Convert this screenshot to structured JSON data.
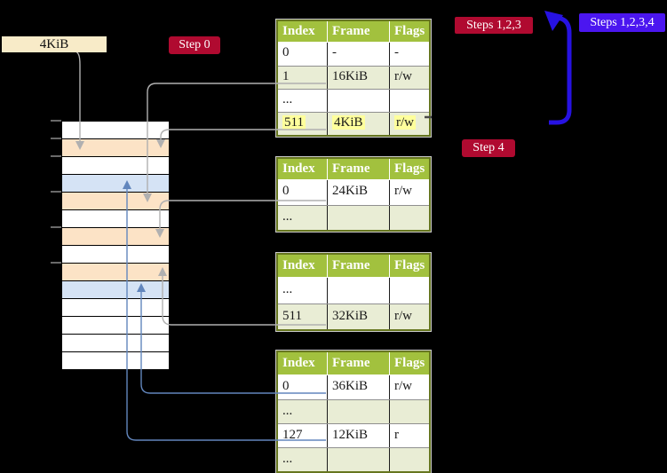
{
  "labels": {
    "page_size": "4KiB"
  },
  "badges": {
    "step0": "Step 0",
    "step4": "Step 4",
    "steps123": "Steps 1,2,3",
    "steps1234": "Steps 1,2,3,4"
  },
  "colors": {
    "table_header_green": "#a2c13e",
    "table_row_green": "#e9edd5",
    "table_border_olive": "#66761f",
    "badge_red": "#b00a30",
    "badge_blue": "#4b16f0",
    "big_arrow_blue": "#2712e2",
    "frame_orange": "#fce3c6",
    "frame_blue": "#d5e3f5",
    "frame_white": "#ffffff",
    "label_cream": "#f8ebc8",
    "highlight_yellow": "#feff9c",
    "connector_gray": "#b0b0b0",
    "connector_blue": "#6286bd"
  },
  "memory_strip": {
    "rows": [
      "white",
      "orange",
      "white",
      "blue",
      "orange",
      "white",
      "orange",
      "white",
      "orange",
      "blue",
      "white",
      "white",
      "white",
      "white"
    ],
    "tick_offsets": [
      0,
      20,
      40,
      80,
      120,
      160
    ]
  },
  "tables": [
    {
      "name": "page-table-top",
      "headers": [
        "Index",
        "Frame",
        "Flags"
      ],
      "rows": [
        {
          "cells": [
            "0",
            "-",
            "-"
          ]
        },
        {
          "cells": [
            "1",
            "16KiB",
            "r/w"
          ]
        },
        {
          "cells": [
            "...",
            "",
            ""
          ]
        },
        {
          "cells": [
            "511",
            "4KiB",
            "r/w"
          ],
          "highlight": true
        }
      ]
    },
    {
      "name": "page-table-second",
      "headers": [
        "Index",
        "Frame",
        "Flags"
      ],
      "rows": [
        {
          "cells": [
            "0",
            "24KiB",
            "r/w"
          ]
        },
        {
          "cells": [
            "...",
            "",
            ""
          ]
        }
      ]
    },
    {
      "name": "page-table-third",
      "headers": [
        "Index",
        "Frame",
        "Flags"
      ],
      "rows": [
        {
          "cells": [
            "...",
            "",
            ""
          ]
        },
        {
          "cells": [
            "511",
            "32KiB",
            "r/w"
          ]
        }
      ]
    },
    {
      "name": "page-table-bottom",
      "headers": [
        "Index",
        "Frame",
        "Flags"
      ],
      "rows": [
        {
          "cells": [
            "0",
            "36KiB",
            "r/w"
          ]
        },
        {
          "cells": [
            "...",
            "",
            ""
          ]
        },
        {
          "cells": [
            "127",
            "12KiB",
            "r"
          ]
        },
        {
          "cells": [
            "...",
            "",
            ""
          ]
        }
      ]
    }
  ]
}
